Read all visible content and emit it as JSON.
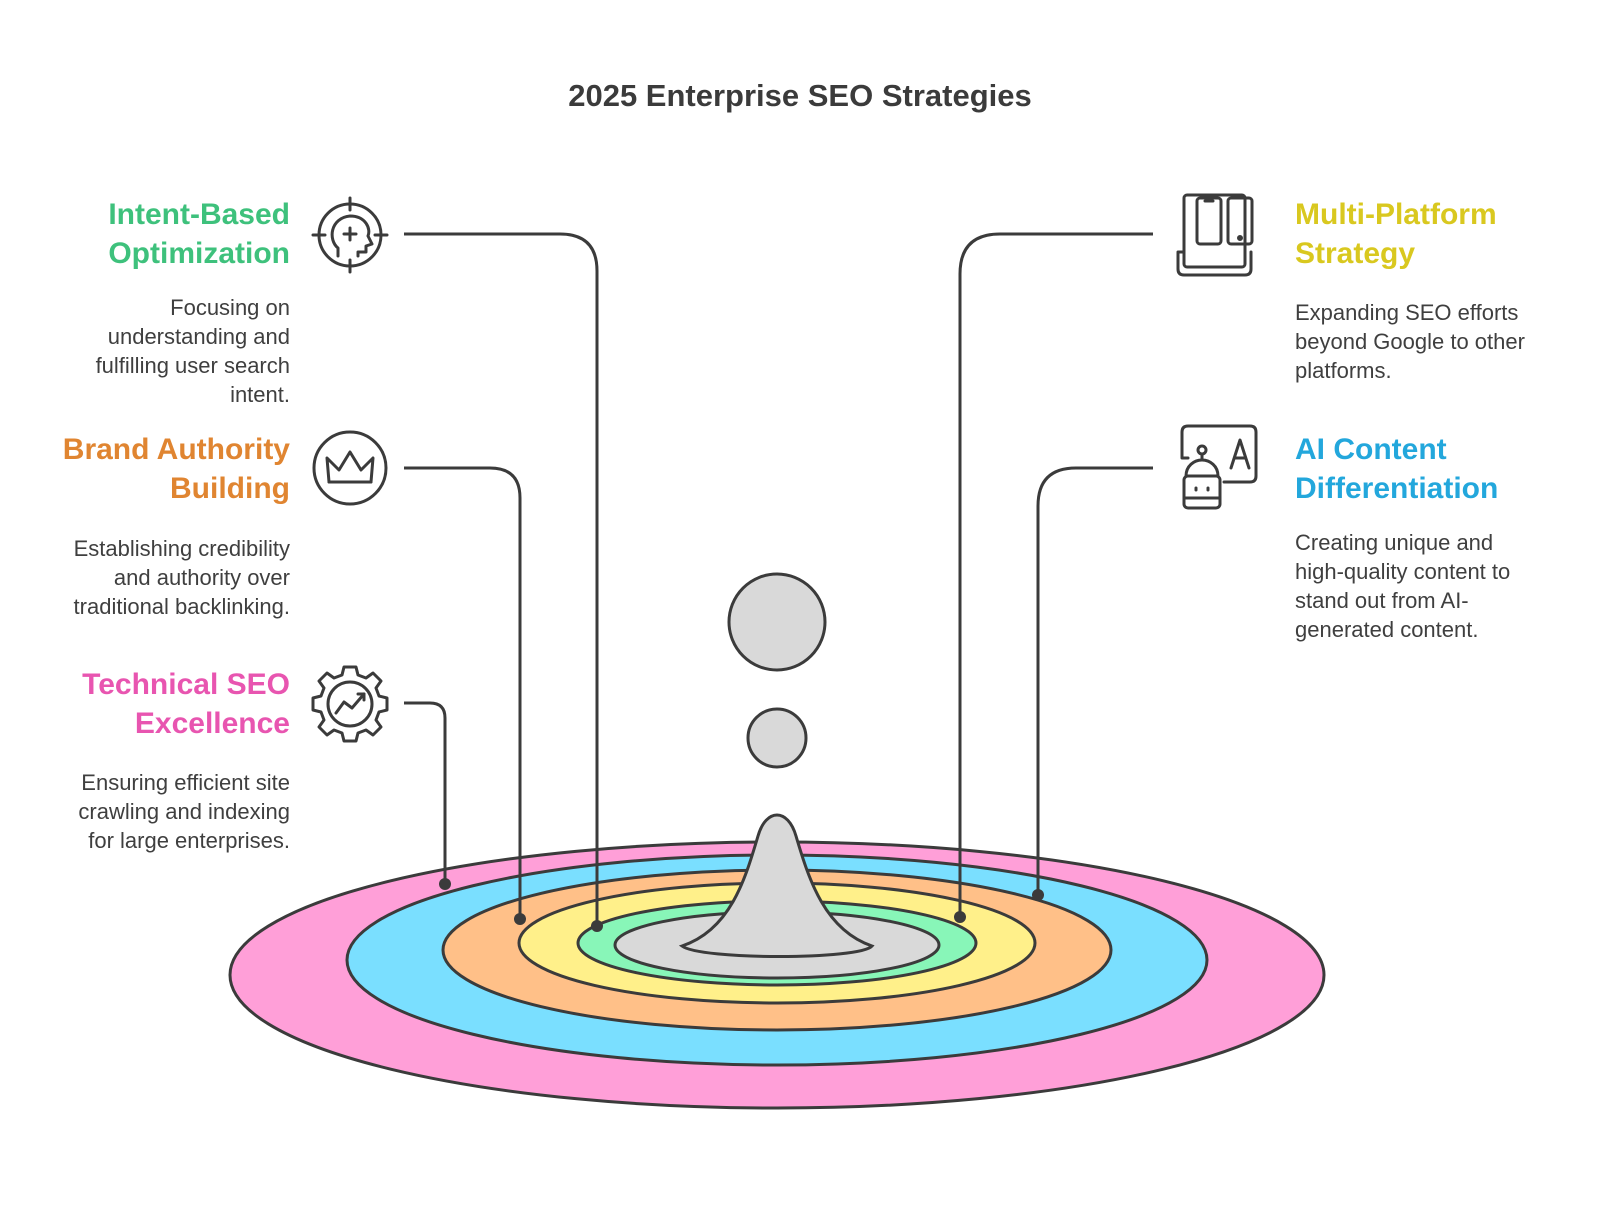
{
  "title": "2025 Enterprise SEO Strategies",
  "colors": {
    "ring_pink": "#ff9fd8",
    "ring_blue": "#7adfff",
    "ring_orange": "#ffc088",
    "ring_yellow": "#fff08a",
    "ring_green": "#88f6b8",
    "drop_gray": "#d9d9d9",
    "stroke": "#3b3b3b"
  },
  "strategies": {
    "intent": {
      "heading": [
        "Intent-Based",
        "Optimization"
      ],
      "description": [
        "Focusing on",
        "understanding and",
        "fulfilling user search",
        "intent."
      ],
      "color": "#3ec17c",
      "icon": "head-target-icon"
    },
    "brand": {
      "heading": [
        "Brand Authority",
        "Building"
      ],
      "description": [
        "Establishing credibility",
        "and authority over",
        "traditional backlinking."
      ],
      "color": "#e08531",
      "icon": "crown-icon"
    },
    "technical": {
      "heading": [
        "Technical SEO",
        "Excellence"
      ],
      "description": [
        "Ensuring efficient site",
        "crawling and indexing",
        "for large enterprises."
      ],
      "color": "#e855b0",
      "icon": "gear-chart-icon"
    },
    "multiplatform": {
      "heading": [
        "Multi-Platform",
        "Strategy"
      ],
      "description": [
        "Expanding SEO efforts",
        "beyond Google to other",
        "platforms."
      ],
      "color": "#d9c81f",
      "icon": "devices-icon"
    },
    "ai": {
      "heading": [
        "AI Content",
        "Differentiation"
      ],
      "description": [
        "Creating unique and",
        "high-quality content to",
        "stand out from AI-",
        "generated content."
      ],
      "color": "#23a7dc",
      "icon": "robot-text-icon"
    }
  }
}
